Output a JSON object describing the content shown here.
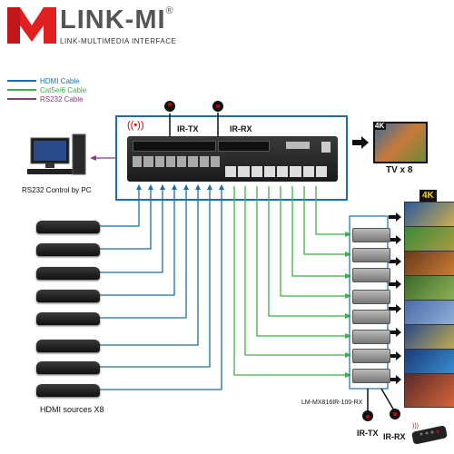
{
  "brand": {
    "name": "LINK-MI",
    "registered": "®",
    "subtitle": "LINK-MULTIMEDIA INTERFACE",
    "colors": {
      "logo_red": "#e02020",
      "name_gray": "#555555"
    }
  },
  "legend": {
    "items": [
      {
        "label": "HDMI Cable",
        "color": "#1a6fa8"
      },
      {
        "label": "Cat5e/6 Cable",
        "color": "#3cb043"
      },
      {
        "label": "RS232 Cable",
        "color": "#8b3a8b"
      }
    ]
  },
  "labels": {
    "ir_tx_top": "IR-TX",
    "ir_rx_top": "IR-RX",
    "pc_caption": "RS232 Control by PC",
    "tv_badge": "4K",
    "tv_count": "TV x 8",
    "sources_caption": "HDMI sources X8",
    "rx_badge": "4K",
    "rx_model": "LM-MX816IR-100-RX",
    "ir_tx_bottom": "IR-TX",
    "ir_rx_bottom": "IR-RX"
  },
  "colors": {
    "hdmi": "#1a6fa8",
    "cat": "#3cb043",
    "rs232": "#8b3a8b",
    "frame": "#1a6fa8"
  },
  "counts": {
    "sources": 8,
    "receivers": 8
  }
}
